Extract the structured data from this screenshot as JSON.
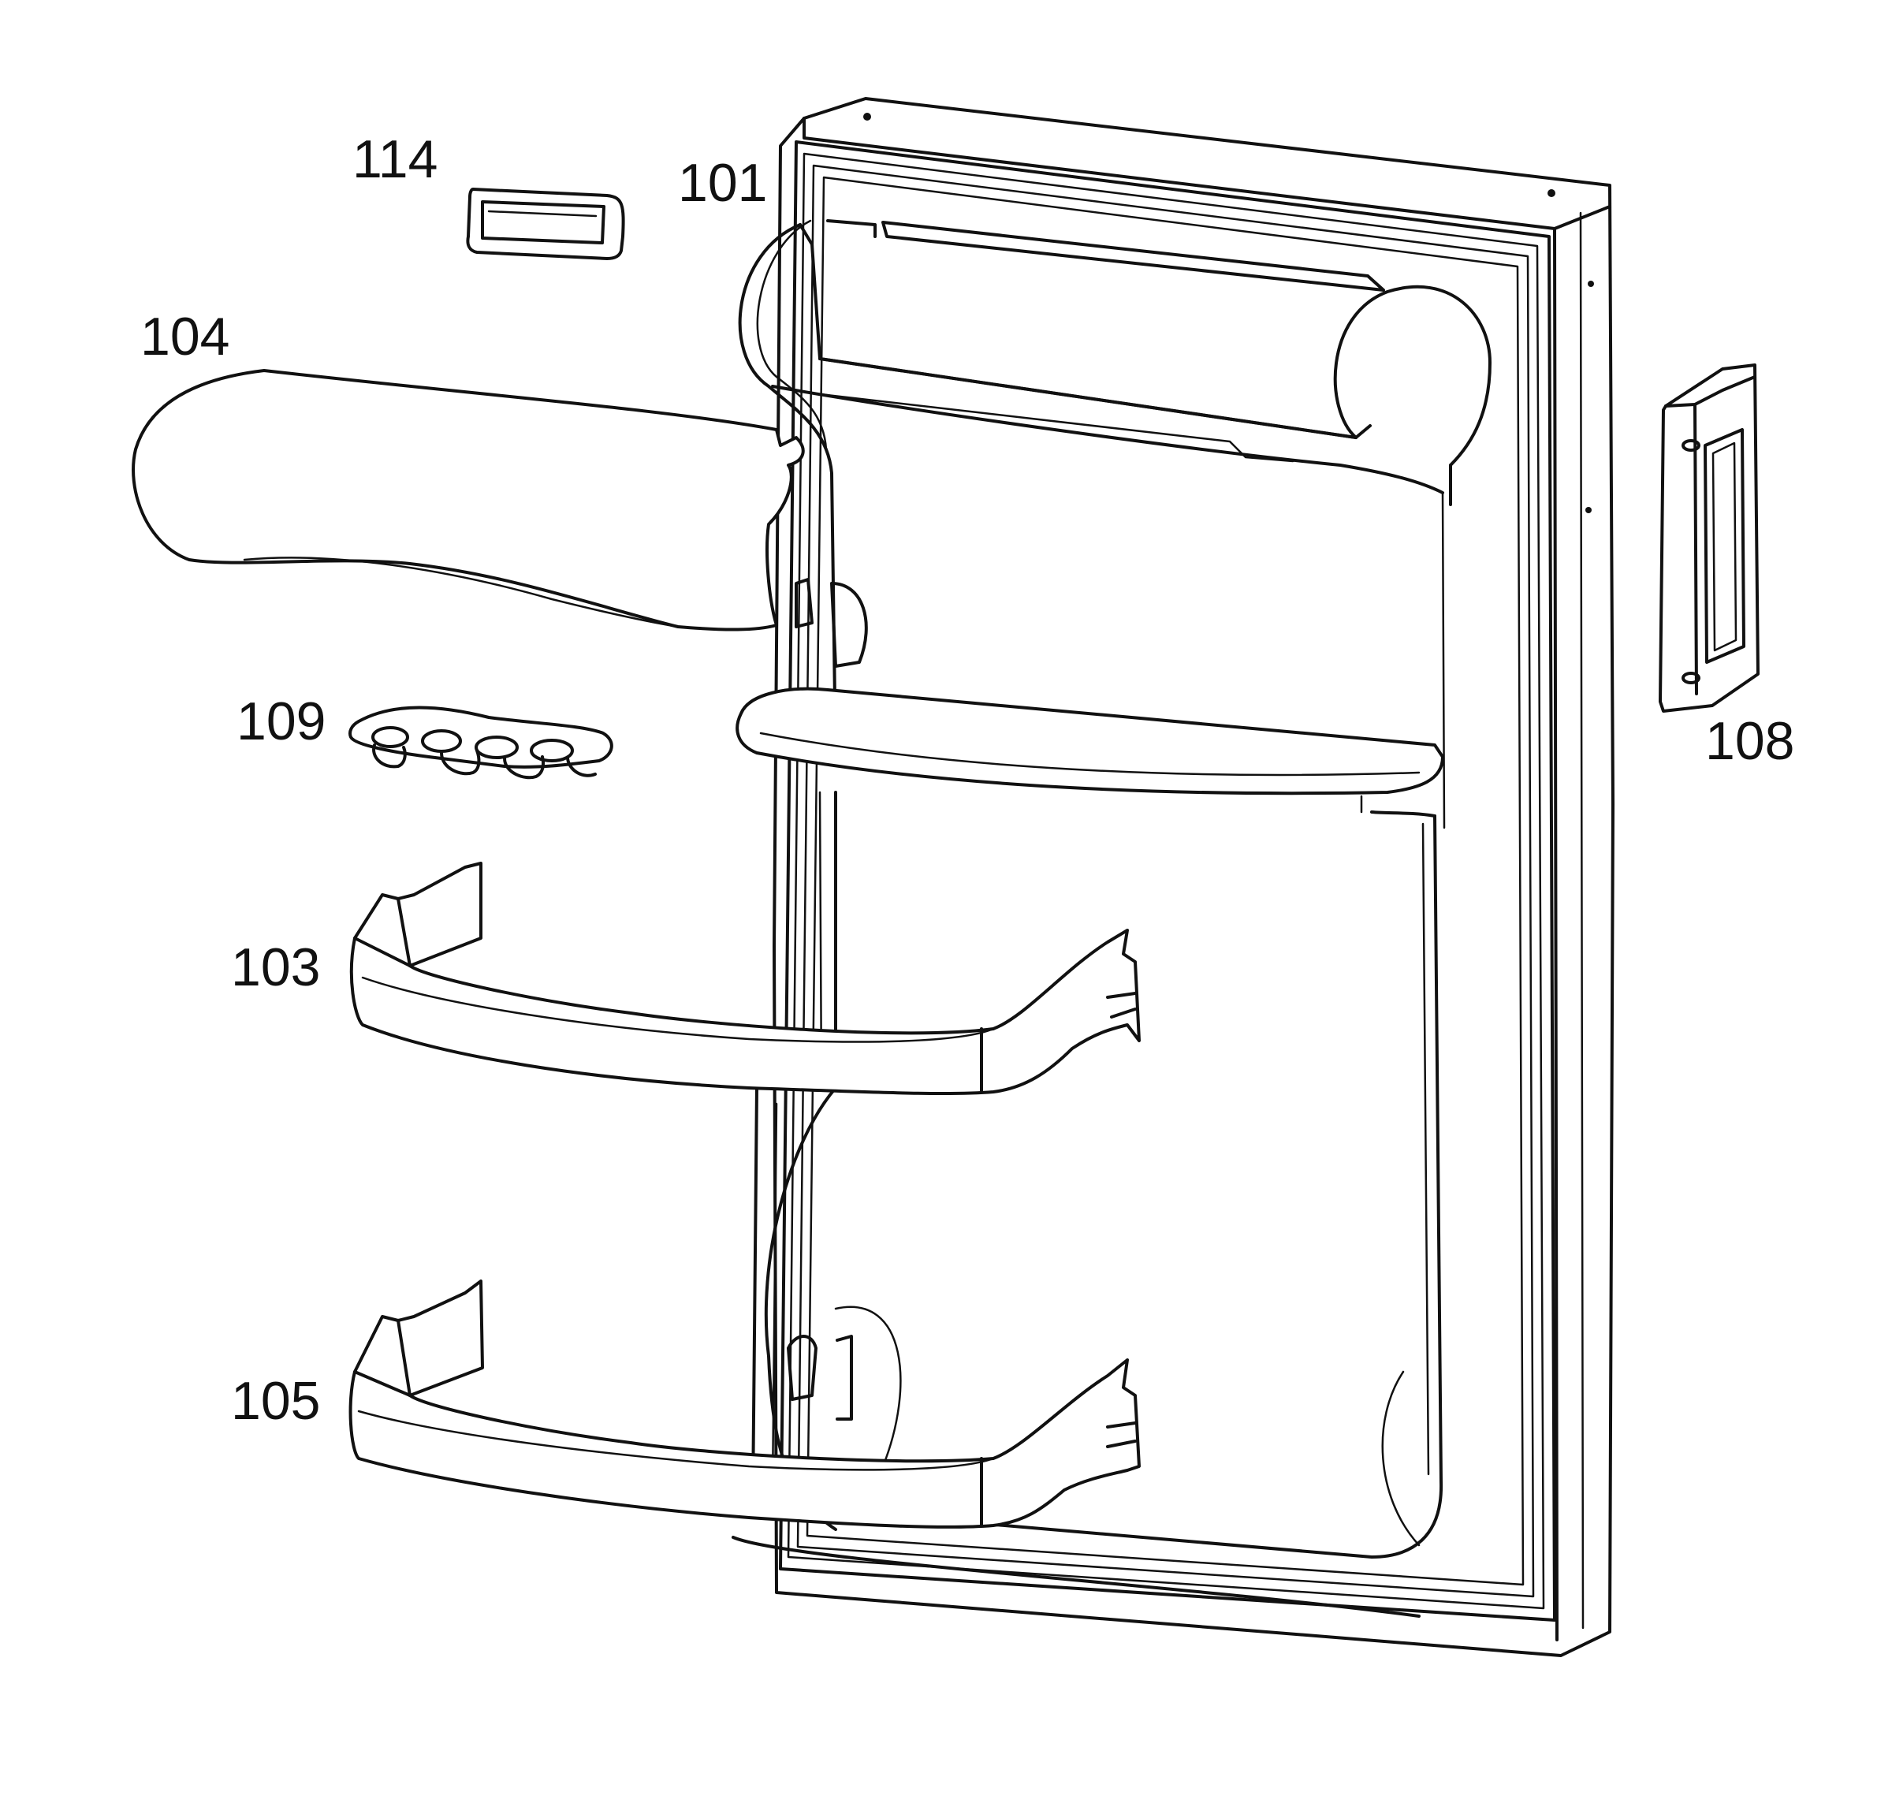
{
  "labels": {
    "p114": "114",
    "p101": "101",
    "p104": "104",
    "p109": "109",
    "p108": "108",
    "p103": "103",
    "p105": "105"
  },
  "colors": {
    "line": "#111111",
    "background": "#ffffff"
  }
}
